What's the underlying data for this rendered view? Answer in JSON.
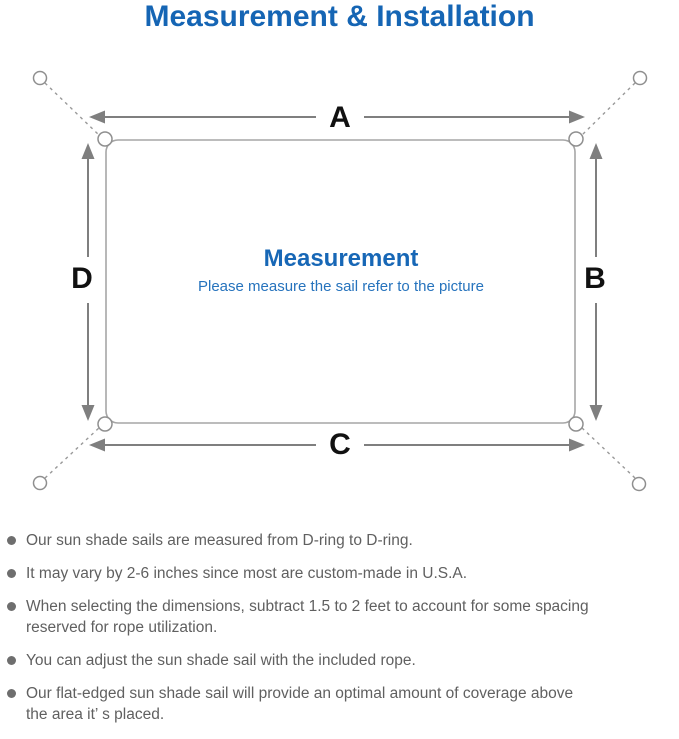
{
  "page": {
    "title": "Measurement & Installation"
  },
  "diagram": {
    "labels": {
      "top": "A",
      "right": "B",
      "bottom": "C",
      "left": "D"
    },
    "center_title": "Measurement",
    "center_subtitle": "Please measure the sail refer to the picture",
    "icons": {
      "corner_ring": "small-circle-ring",
      "d_ring_bump": "half-ring-on-corner",
      "attachment_line": "dashed-diagonal",
      "dimension_arrow": "double-headed-arrow"
    },
    "colors": {
      "sail_outline": "#a6a6a6",
      "arrow_gray": "#7f7f7f",
      "ring_gray": "#8f8f8f",
      "dashed_gray": "#999999",
      "label_black": "#111111",
      "title_blue": "#1565b4",
      "center_blue": "#1767b6",
      "subtitle_blue": "#2673bd",
      "note_gray": "#606060"
    }
  },
  "notes": [
    "Our sun shade sails are measured from D-ring to D-ring.",
    "It may vary by 2-6 inches since most are custom-made in U.S.A.",
    "When selecting the dimensions, subtract 1.5 to 2 feet to account for some spacing\nreserved for rope utilization.",
    "You can adjust the sun shade sail with the included rope.",
    "Our flat-edged sun shade sail will provide an optimal amount of coverage above\nthe area it’ s placed."
  ]
}
